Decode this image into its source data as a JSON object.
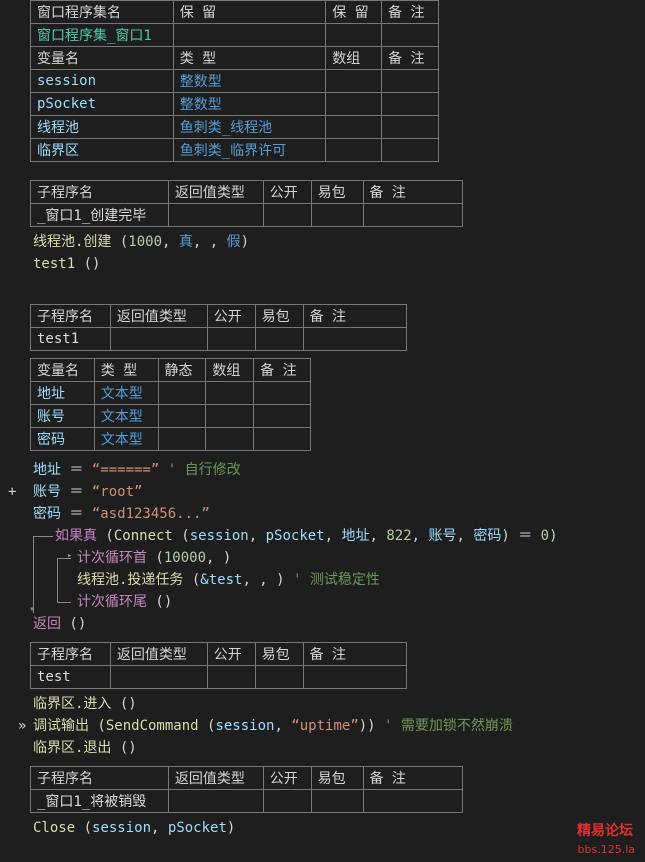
{
  "window_set_table": {
    "headers": [
      "窗口程序集名",
      "保 留",
      "保 留",
      "备 注"
    ],
    "name": "窗口程序集_窗口1",
    "var_headers": [
      "变量名",
      "类 型",
      "数组",
      "备 注"
    ],
    "vars": [
      {
        "name": "session",
        "type": "整数型"
      },
      {
        "name": "pSocket",
        "type": "整数型"
      },
      {
        "name": "线程池",
        "type": "鱼刺类_线程池"
      },
      {
        "name": "临界区",
        "type": "鱼刺类_临界许可"
      }
    ]
  },
  "sub_headers": [
    "子程序名",
    "返回值类型",
    "公开",
    "易包",
    "备 注"
  ],
  "sub1": {
    "name": "_窗口1_创建完毕",
    "code": [
      {
        "parts": [
          [
            "线程池.创建",
            "fn"
          ],
          [
            " (",
            "plain"
          ],
          [
            "1000",
            "num"
          ],
          [
            ", ",
            "plain"
          ],
          [
            "真",
            "blue"
          ],
          [
            ", , ",
            "plain"
          ],
          [
            "假",
            "blue"
          ],
          [
            ")",
            "plain"
          ]
        ]
      },
      {
        "parts": [
          [
            "test1",
            "fn"
          ],
          [
            " ()",
            "plain"
          ]
        ]
      }
    ]
  },
  "sub2": {
    "name": "test1",
    "var_headers": [
      "变量名",
      "类 型",
      "静态",
      "数组",
      "备 注"
    ],
    "vars": [
      {
        "name": "地址",
        "type": "文本型"
      },
      {
        "name": "账号",
        "type": "文本型"
      },
      {
        "name": "密码",
        "type": "文本型"
      }
    ],
    "code": [
      {
        "parts": [
          [
            "地址",
            "id"
          ],
          [
            " ＝ ",
            "plain"
          ],
          [
            "“======”",
            "str"
          ],
          [
            "  ' 自行修改",
            "cmt"
          ]
        ]
      },
      {
        "parts": [
          [
            "账号",
            "id"
          ],
          [
            " ＝ ",
            "plain"
          ],
          [
            "“root”",
            "str"
          ]
        ]
      },
      {
        "parts": [
          [
            "密码",
            "id"
          ],
          [
            " ＝ ",
            "plain"
          ],
          [
            "“asd123456...”",
            "str"
          ]
        ]
      },
      {
        "parts": [
          [
            "如果真",
            "kw"
          ],
          [
            " (",
            "plain"
          ],
          [
            "Connect",
            "fn"
          ],
          [
            " (",
            "plain"
          ],
          [
            "session",
            "id"
          ],
          [
            ", ",
            "plain"
          ],
          [
            "pSocket",
            "id"
          ],
          [
            ", ",
            "plain"
          ],
          [
            "地址",
            "id"
          ],
          [
            ", ",
            "plain"
          ],
          [
            "822",
            "num"
          ],
          [
            ", ",
            "plain"
          ],
          [
            "账号",
            "id"
          ],
          [
            ", ",
            "plain"
          ],
          [
            "密码",
            "id"
          ],
          [
            ") ＝ ",
            "plain"
          ],
          [
            "0",
            "num"
          ],
          [
            ")",
            "plain"
          ]
        ]
      },
      {
        "parts": [
          [
            "计次循环首",
            "kw"
          ],
          [
            " (",
            "plain"
          ],
          [
            "10000",
            "num"
          ],
          [
            ", )",
            "plain"
          ]
        ]
      },
      {
        "parts": [
          [
            "线程池.投递任务",
            "fn"
          ],
          [
            " (",
            "plain"
          ],
          [
            "&test",
            "id"
          ],
          [
            ", , )",
            "plain"
          ],
          [
            "  ' 测试稳定性",
            "cmt"
          ]
        ]
      },
      {
        "parts": [
          [
            "计次循环尾",
            "kw"
          ],
          [
            " ()",
            "plain"
          ]
        ]
      },
      {
        "parts": [
          [
            "返回",
            "kw"
          ],
          [
            " ()",
            "plain"
          ]
        ]
      }
    ],
    "marker": "+"
  },
  "sub3": {
    "name": "test",
    "code": [
      {
        "parts": [
          [
            "临界区.进入",
            "fn"
          ],
          [
            " ()",
            "plain"
          ]
        ]
      },
      {
        "parts": [
          [
            "调试输出",
            "fn"
          ],
          [
            " (",
            "plain"
          ],
          [
            "SendCommand",
            "fn"
          ],
          [
            " (",
            "plain"
          ],
          [
            "session",
            "id"
          ],
          [
            ", ",
            "plain"
          ],
          [
            "“uptime”",
            "str"
          ],
          [
            "))",
            "plain"
          ],
          [
            "  ' 需要加锁不然崩溃",
            "cmt"
          ]
        ]
      },
      {
        "parts": [
          [
            "临界区.退出",
            "fn"
          ],
          [
            " ()",
            "plain"
          ]
        ]
      }
    ],
    "marker": "»"
  },
  "sub4": {
    "name": "_窗口1_将被销毁",
    "code": [
      {
        "parts": [
          [
            "Close",
            "fn"
          ],
          [
            " (",
            "plain"
          ],
          [
            "session",
            "id"
          ],
          [
            ", ",
            "plain"
          ],
          [
            "pSocket",
            "id"
          ],
          [
            ")",
            "plain"
          ]
        ]
      }
    ]
  },
  "watermark": {
    "line1": "精易论坛",
    "line2": "bbs.125.la"
  }
}
